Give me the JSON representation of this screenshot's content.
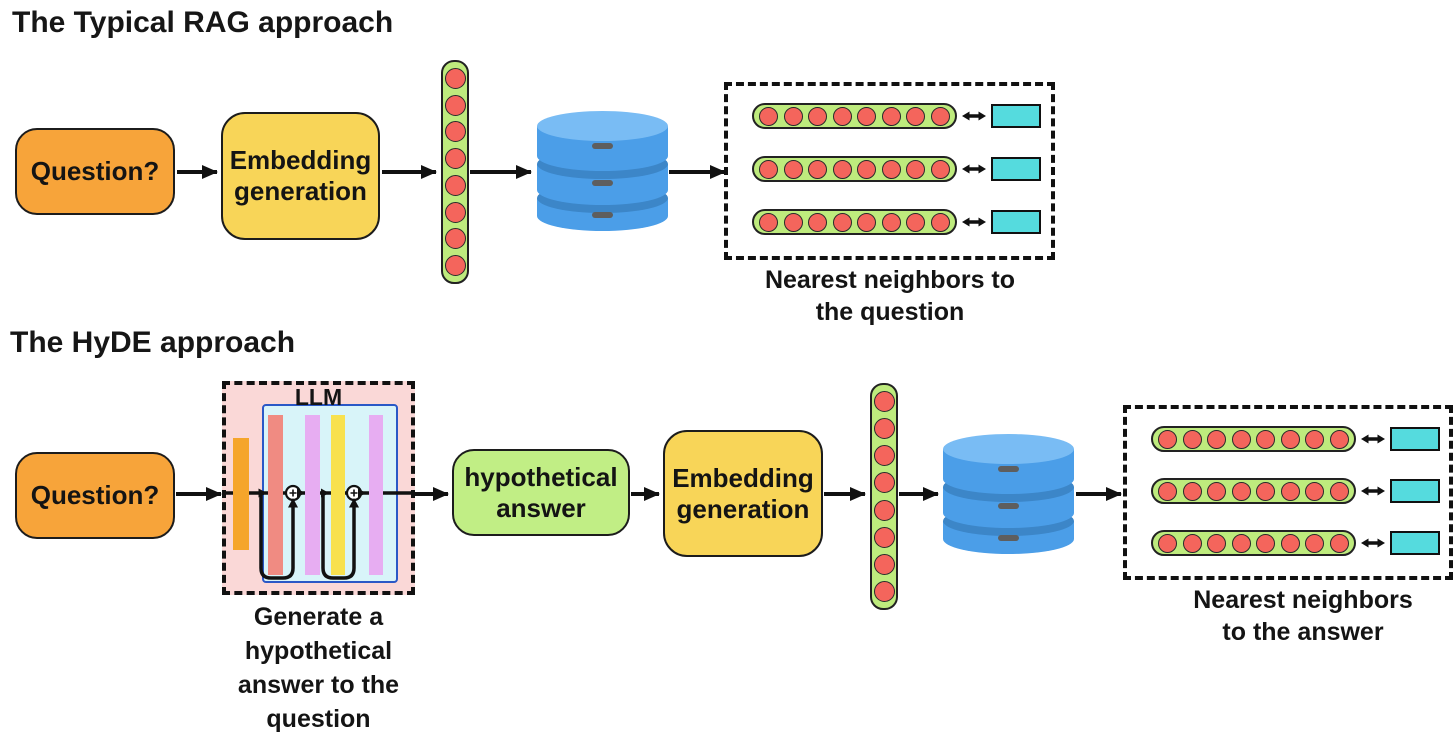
{
  "colors": {
    "question_fill": "#F7A43A",
    "embedding_fill": "#F8D558",
    "hypothetical_fill": "#C1EE85",
    "vector_fill": "#BEEB7D",
    "vector_dot_fill": "#F4655C",
    "database_body": "#4B9EE8",
    "database_top": "#79BCF4",
    "database_band": "#3C86C8",
    "chunk_fill": "#55DBDE",
    "llm_outer_fill": "#FAD8D7",
    "llm_inner_fill": "#D8F4F9",
    "llm_inner_border": "#2A58C6",
    "llm_bar_orange": "#F5A52B",
    "llm_bar_salmon": "#F08B82",
    "llm_bar_violet": "#E7ADF2",
    "llm_bar_yellow": "#F8E14E",
    "arrow_color": "#111111",
    "text_color": "#141414"
  },
  "vector": {
    "dims": 8
  },
  "rag": {
    "title": "The Typical RAG approach",
    "question_label": "Question?",
    "embedding_label": "Embedding\ngeneration",
    "neighbors_caption": "Nearest neighbors to\nthe question",
    "neighbor_rows": 3
  },
  "hyde": {
    "title": "The HyDE approach",
    "question_label": "Question?",
    "llm_label": "LLM",
    "llm_caption": "Generate a\nhypothetical\nanswer to the\nquestion",
    "answer_label": "hypothetical\nanswer",
    "embedding_label": "Embedding\ngeneration",
    "neighbors_caption": "Nearest neighbors\nto the answer",
    "neighbor_rows": 3
  }
}
